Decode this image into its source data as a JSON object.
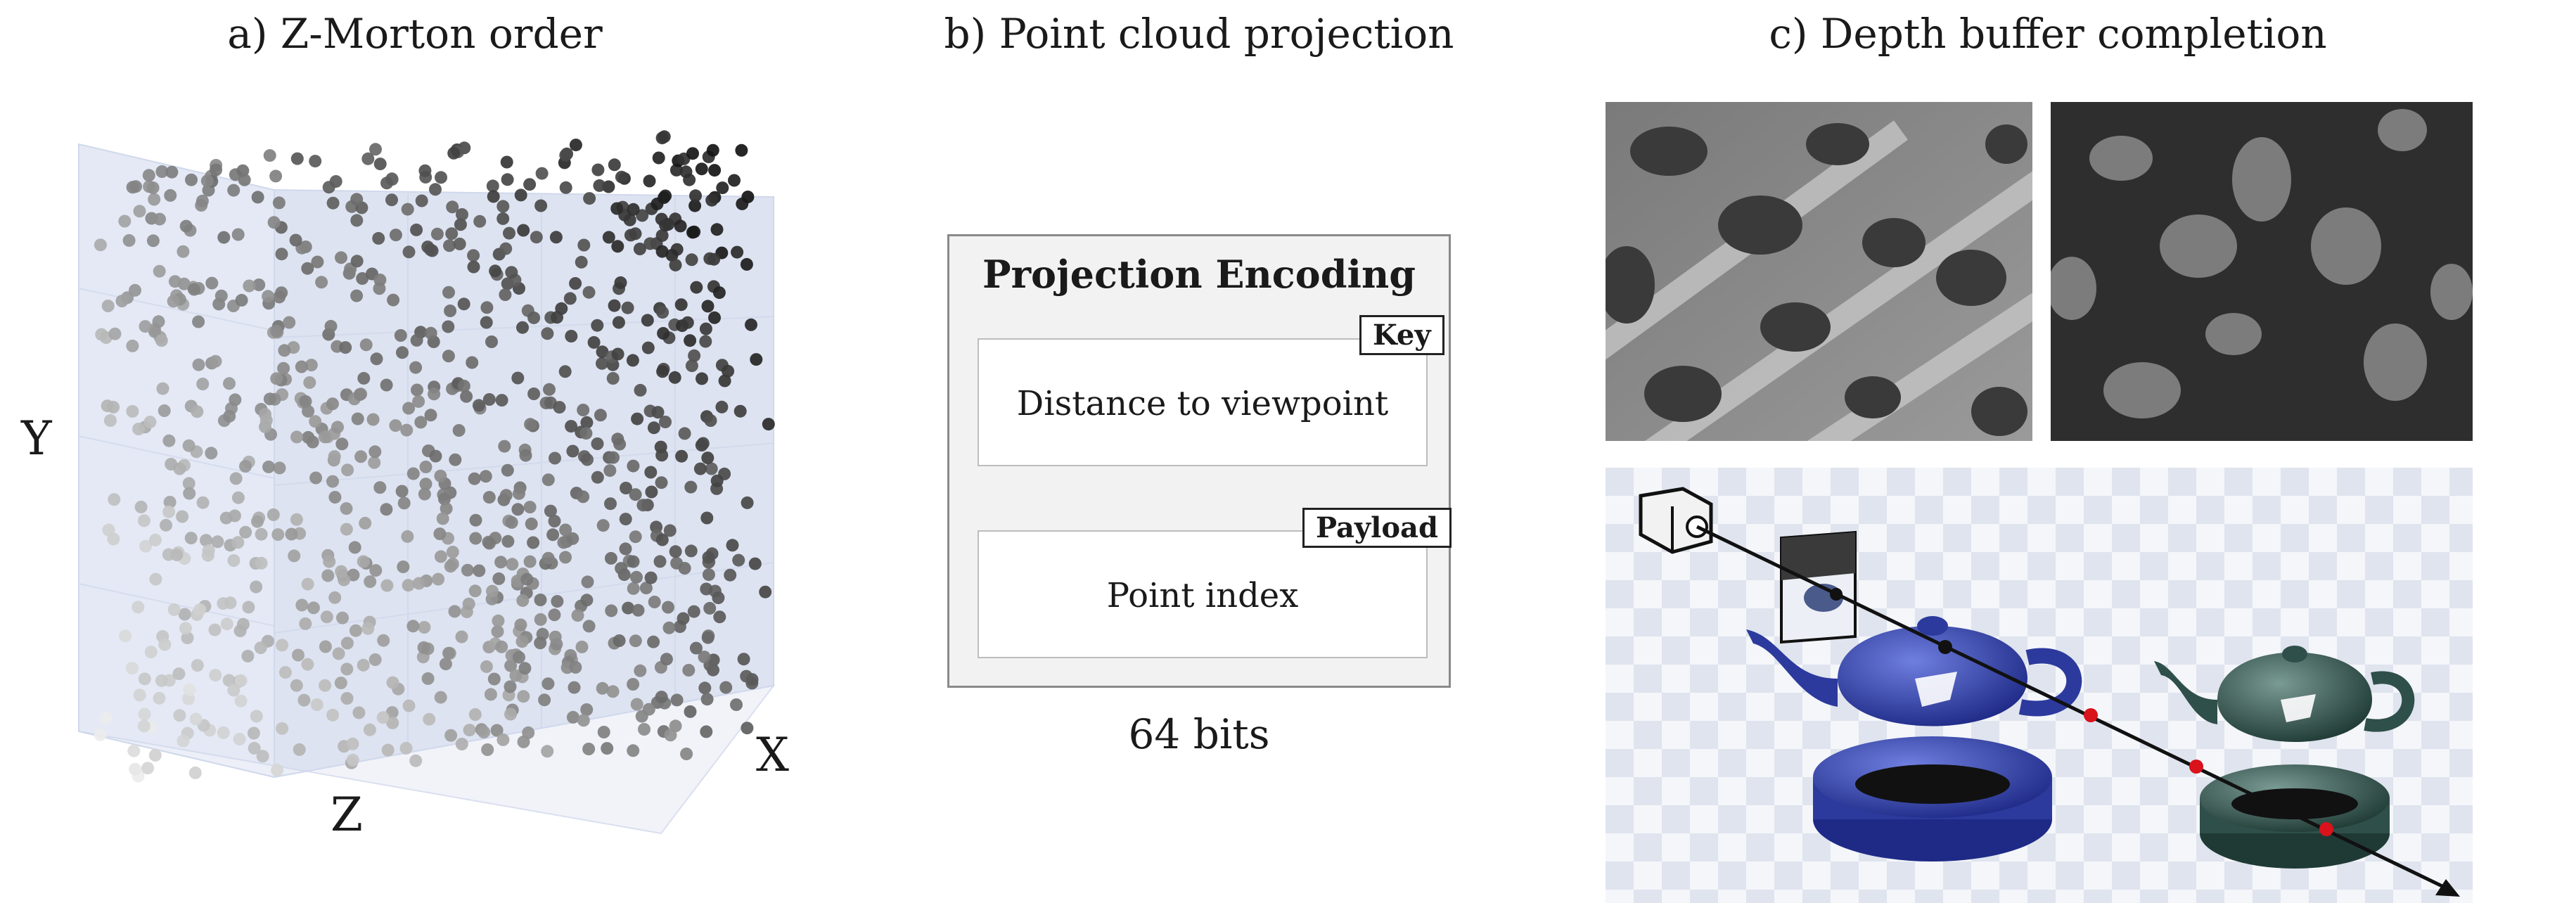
{
  "panels": {
    "a": {
      "title": "a) Z-Morton order",
      "axis_y": "Y",
      "axis_z": "Z",
      "axis_x": "X"
    },
    "b": {
      "title": "b) Point cloud projection",
      "box_title": "Projection Encoding",
      "field_key_tag": "Key",
      "field_key_text": "Distance to viewpoint",
      "field_payload_tag": "Payload",
      "field_payload_text": "Point index",
      "bits": "64 bits"
    },
    "c": {
      "title": "c) Depth buffer completion"
    }
  },
  "colors": {
    "teapot_blue": "#2c3a9e",
    "teapot_green": "#2f4f4a",
    "marker_red": "#d9121b",
    "grid_pane": "#e3e8f4"
  }
}
